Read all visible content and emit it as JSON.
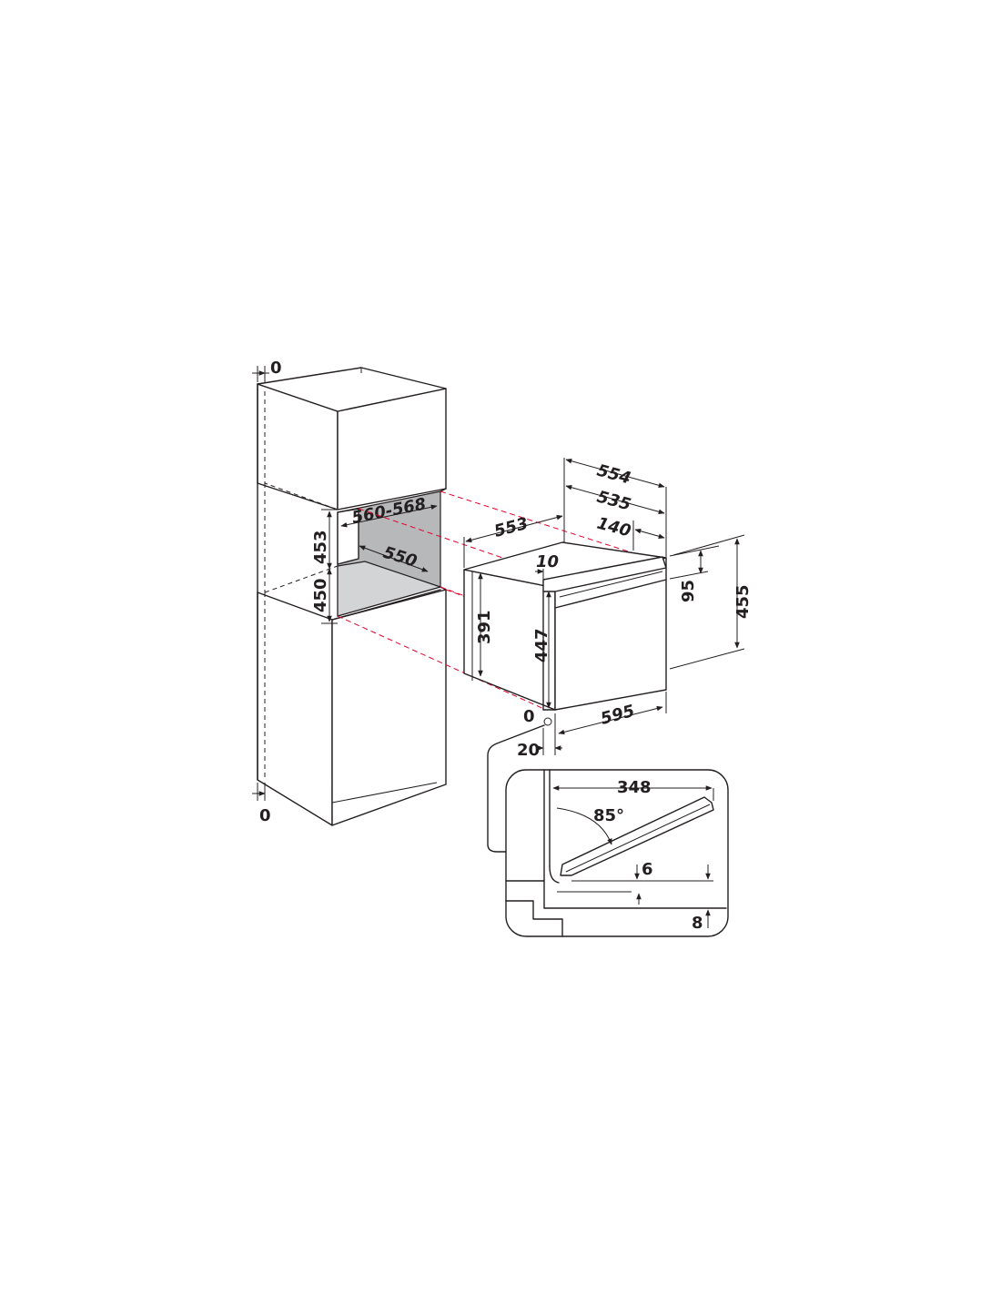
{
  "colors": {
    "line": "#231f20",
    "guide": "#e4002b",
    "cavity": "#b7b8ba"
  },
  "cabinet": {
    "gap_top": "0",
    "gap_bottom": "0",
    "niche_width": "560-568",
    "niche_height_a": "453",
    "niche_height_b": "450",
    "niche_depth": "550"
  },
  "appliance": {
    "depth_overall": "554",
    "depth_body": "535",
    "depth_top": "140",
    "depth_side": "553",
    "front_offset": "10",
    "panel_height": "95",
    "height_overall": "455",
    "body_height": "391",
    "front_height": "447",
    "width": "595",
    "bottom_gap": "0",
    "side_clearance": "20"
  },
  "door_detail": {
    "opening_depth": "348",
    "angle": "85°",
    "gap_a": "6",
    "gap_b": "8"
  }
}
